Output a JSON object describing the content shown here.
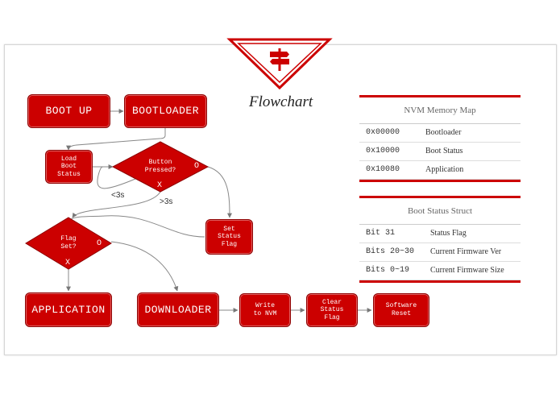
{
  "diagram": {
    "title": "Flowchart",
    "nodes": {
      "boot_up": "BOOT UP",
      "bootloader": "BOOTLOADER",
      "load_boot_status": "Load\nBoot\nStatus",
      "button_pressed": "Button\nPressed?",
      "set_status_flag": "Set\nStatus\nFlag",
      "flag_set": "Flag\nSet?",
      "application": "APPLICATION",
      "downloader": "DOWNLOADER",
      "write_nvm": "Write\nto NVM",
      "clear_status_flag": "Clear\nStatus\nFlag",
      "software_reset": "Software\nReset"
    },
    "marks": {
      "o": "O",
      "x": "X"
    },
    "edge_labels": {
      "lt3s": "<3s",
      "gt3s": ">3s"
    },
    "colors": {
      "accent": "#cc0000",
      "border": "#8e0000"
    },
    "logo_icon": "signpost-icon"
  },
  "nvm_table": {
    "title": "NVM Memory Map",
    "rows": [
      {
        "address": "0x00000",
        "name": "Bootloader"
      },
      {
        "address": "0x10000",
        "name": "Boot Status"
      },
      {
        "address": "0x10080",
        "name": "Application"
      }
    ]
  },
  "struct_table": {
    "title": "Boot Status Struct",
    "rows": [
      {
        "bits": "Bit 31",
        "desc": "Status Flag"
      },
      {
        "bits": "Bits 20~30",
        "desc": "Current Firmware Ver"
      },
      {
        "bits": "Bits 0~19",
        "desc": "Current Firmware Size"
      }
    ]
  }
}
